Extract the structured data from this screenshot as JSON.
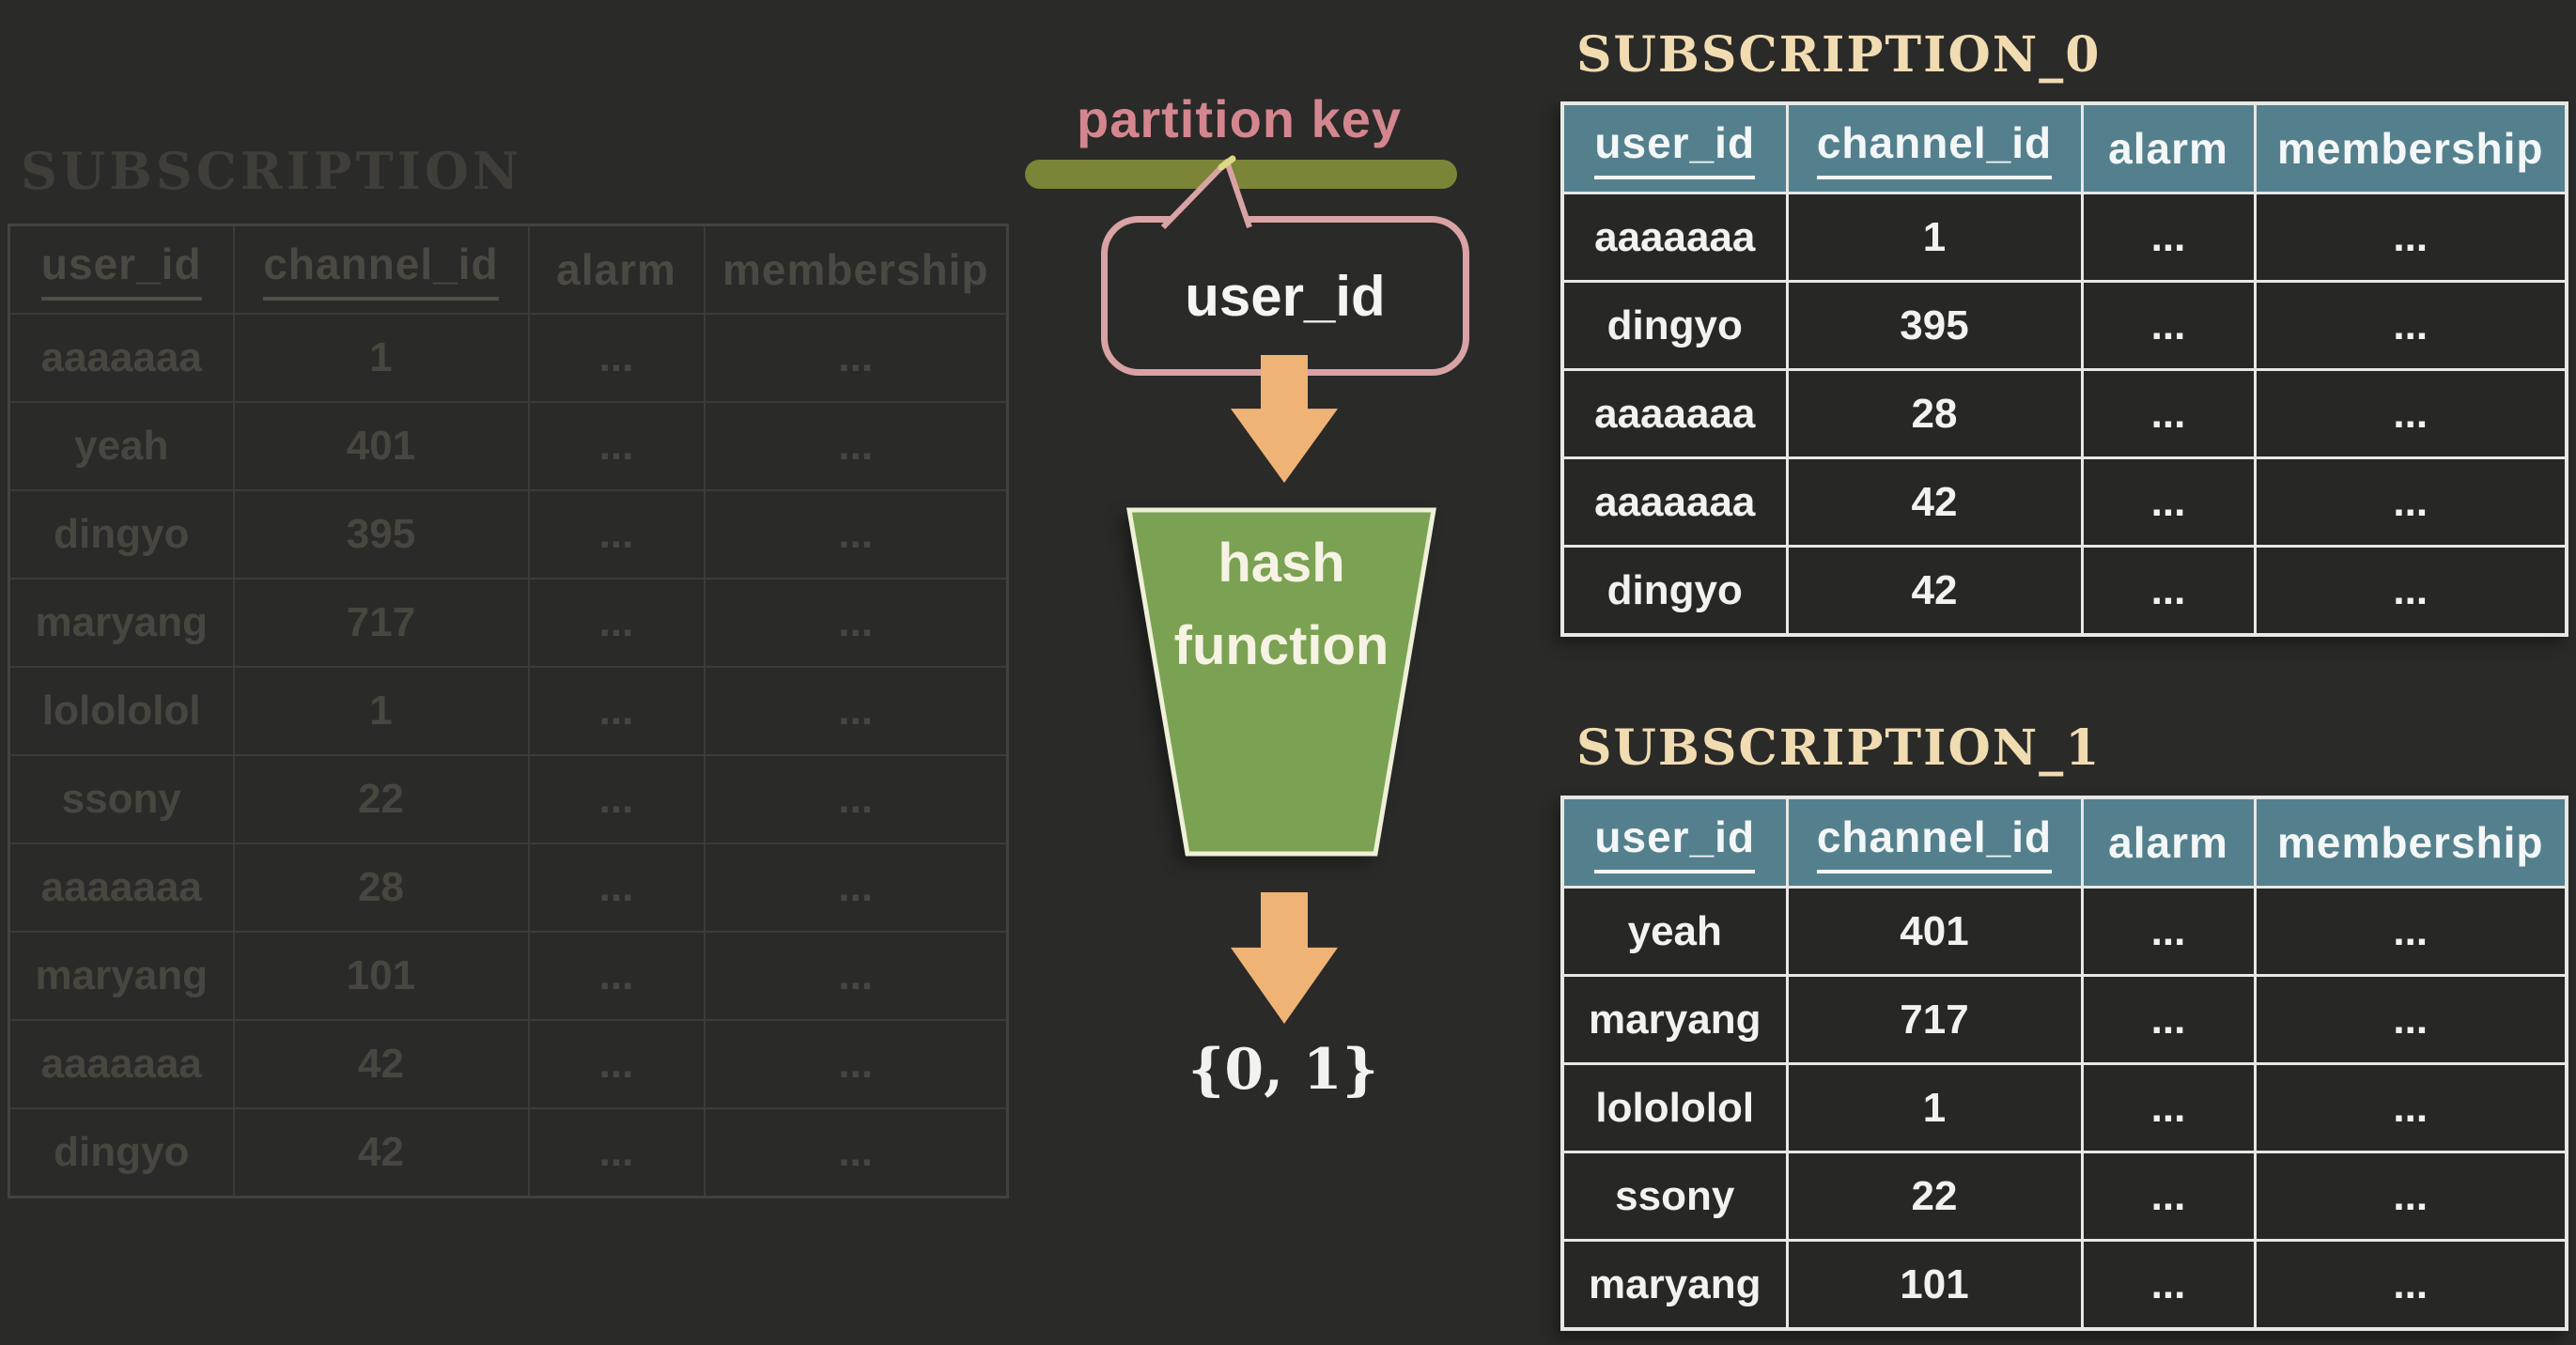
{
  "colors": {
    "background": "#2a2a28",
    "teal_header": "#54808e",
    "table_border_white": "#e7e8e5",
    "cell_text_white": "#f2f2ee",
    "title_cream": "#f1dcb2",
    "rose_label": "#d4868f",
    "olive_bar": "#7b8437",
    "bubble_border_pink": "#d9a3a6",
    "arrow_orange": "#efb375",
    "funnel_green": "#7ba152",
    "funnel_border_cream": "#eef0d8",
    "faded_text": "#48473f",
    "faded_border": "#3c3b37"
  },
  "left_table": {
    "title": "SUBSCRIPTION",
    "columns": [
      "user_id",
      "channel_id",
      "alarm",
      "membership"
    ],
    "underlined_columns": [
      0,
      1
    ],
    "rows": [
      [
        "aaaaaaa",
        "1",
        "...",
        "..."
      ],
      [
        "yeah",
        "401",
        "...",
        "..."
      ],
      [
        "dingyo",
        "395",
        "...",
        "..."
      ],
      [
        "maryang",
        "717",
        "...",
        "..."
      ],
      [
        "lolololol",
        "1",
        "...",
        "..."
      ],
      [
        "ssony",
        "22",
        "...",
        "..."
      ],
      [
        "aaaaaaa",
        "28",
        "...",
        "..."
      ],
      [
        "maryang",
        "101",
        "...",
        "..."
      ],
      [
        "aaaaaaa",
        "42",
        "...",
        "..."
      ],
      [
        "dingyo",
        "42",
        "...",
        "..."
      ]
    ]
  },
  "diagram": {
    "partition_key_label": "partition key",
    "partition_key_value": "user_id",
    "hash_function_label": "hash function",
    "hash_output_set": "{0, 1}"
  },
  "subscription_0": {
    "title": "SUBSCRIPTION_0",
    "columns": [
      "user_id",
      "channel_id",
      "alarm",
      "membership"
    ],
    "underlined_columns": [
      0,
      1
    ],
    "rows": [
      [
        "aaaaaaa",
        "1",
        "...",
        "..."
      ],
      [
        "dingyo",
        "395",
        "...",
        "..."
      ],
      [
        "aaaaaaa",
        "28",
        "...",
        "..."
      ],
      [
        "aaaaaaa",
        "42",
        "...",
        "..."
      ],
      [
        "dingyo",
        "42",
        "...",
        "..."
      ]
    ]
  },
  "subscription_1": {
    "title": "SUBSCRIPTION_1",
    "columns": [
      "user_id",
      "channel_id",
      "alarm",
      "membership"
    ],
    "underlined_columns": [
      0,
      1
    ],
    "rows": [
      [
        "yeah",
        "401",
        "...",
        "..."
      ],
      [
        "maryang",
        "717",
        "...",
        "..."
      ],
      [
        "lolololol",
        "1",
        "...",
        "..."
      ],
      [
        "ssony",
        "22",
        "...",
        "..."
      ],
      [
        "maryang",
        "101",
        "...",
        "..."
      ]
    ]
  }
}
